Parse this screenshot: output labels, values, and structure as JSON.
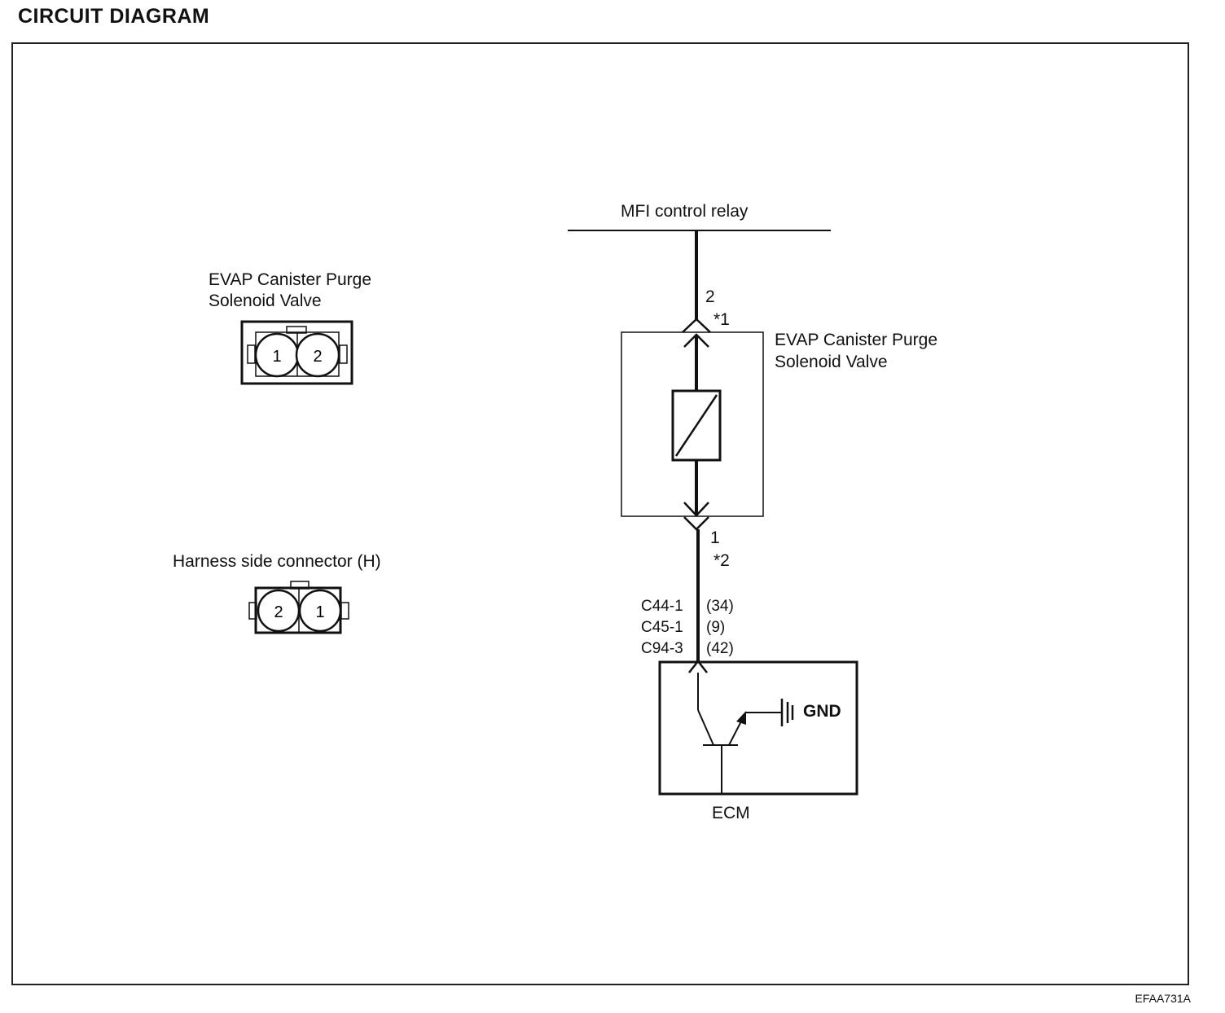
{
  "title": "CIRCUIT DIAGRAM",
  "figure_code": "EFAA731A",
  "connector_views": {
    "component": {
      "label_line1": "EVAP Canister Purge",
      "label_line2": "Solenoid Valve",
      "pins": [
        "1",
        "2"
      ]
    },
    "harness": {
      "label": "Harness side connector (H)",
      "pins": [
        "2",
        "1"
      ]
    }
  },
  "schematic": {
    "relay_label": "MFI control relay",
    "top_pin": "2",
    "top_note": "*1",
    "valve_label_line1": "EVAP Canister Purge",
    "valve_label_line2": "Solenoid Valve",
    "bottom_pin": "1",
    "bottom_note": "*2",
    "ecm_pins": [
      {
        "connector": "C44-1",
        "pin": "(34)"
      },
      {
        "connector": "C45-1",
        "pin": "(9)"
      },
      {
        "connector": "C94-3",
        "pin": "(42)"
      }
    ],
    "gnd_label": "GND",
    "ecm_label": "ECM"
  }
}
